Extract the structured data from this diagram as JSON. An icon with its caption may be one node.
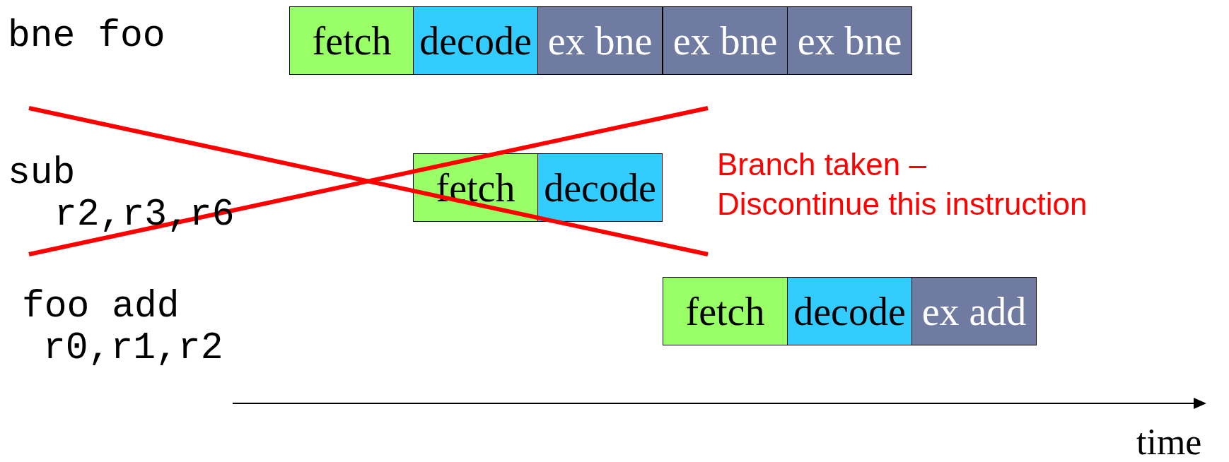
{
  "diagram": {
    "nodes": [
      {
        "text": [
          "fetch"
        ]
      },
      {
        "text": [
          "decode"
        ]
      },
      {
        "text": [
          "ex bne"
        ]
      },
      {
        "text": [
          "ex bne"
        ]
      },
      {
        "text": [
          "ex bne"
        ]
      },
      {
        "text": [
          "fetch"
        ]
      },
      {
        "text": [
          "decode"
        ]
      },
      {
        "text": [
          "fetch"
        ]
      },
      {
        "text": [
          "decode"
        ]
      },
      {
        "text": [
          "ex add"
        ]
      }
    ],
    "labels": [
      "bne foo",
      "sub r2,r3,r6",
      "Branch taken –",
      "Discontinue this instruction",
      "foo add r0,r1,r2",
      "time"
    ]
  }
}
